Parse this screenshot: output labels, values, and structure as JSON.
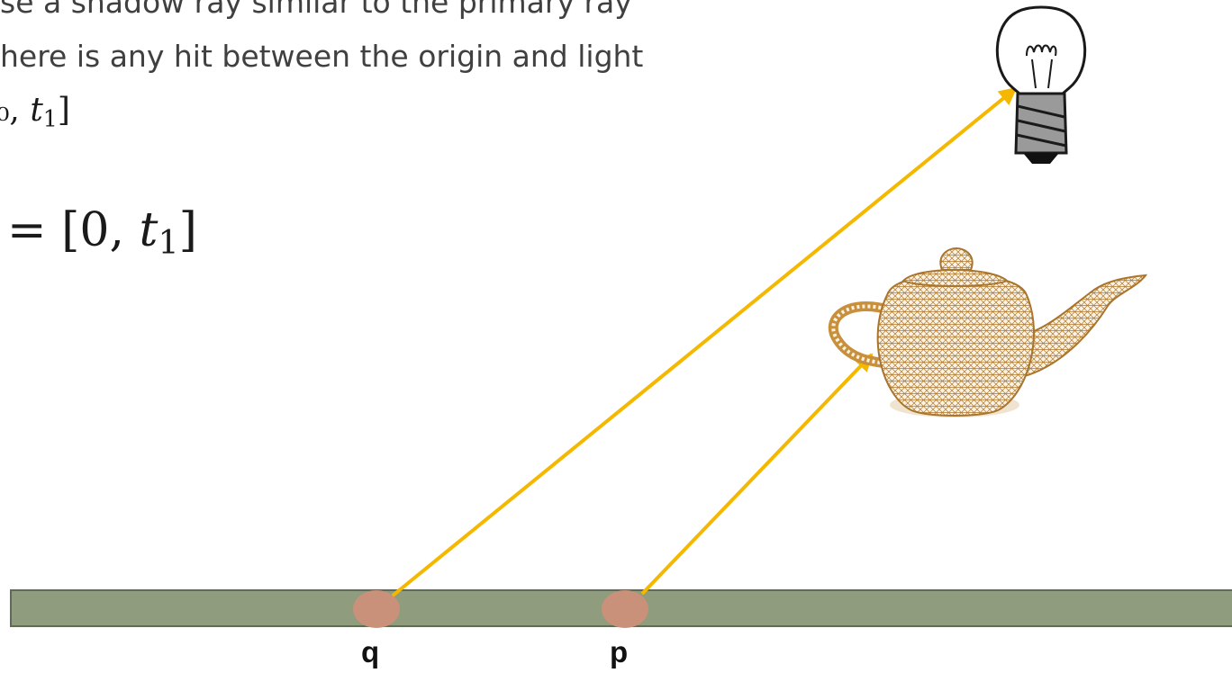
{
  "slide": {
    "text_line_1": "se a shadow ray similar to the primary ray",
    "text_line_2": "here is any hit between the origin and light",
    "math_line_3_prefix": "₀, ",
    "math_line_3_var": "t",
    "math_line_3_sub": "1",
    "math_line_3_close": "]",
    "math_line_4_prefix": "= [0, ",
    "math_line_4_var": "t",
    "math_line_4_sub": "1",
    "math_line_4_close": "]"
  },
  "diagram": {
    "labels": {
      "q": "q",
      "p": "p"
    },
    "colors": {
      "ray": "#f5b800",
      "ground_fill": "#8f9c7e",
      "ground_stroke": "#5f6b55",
      "hit_point": "#c9917a",
      "teapot": "#c8903c",
      "bulb_base": "#9a9a9a"
    },
    "objects": [
      "light-bulb",
      "teapot",
      "ground-plane",
      "shadow-ray-from-q",
      "shadow-ray-from-p"
    ]
  }
}
